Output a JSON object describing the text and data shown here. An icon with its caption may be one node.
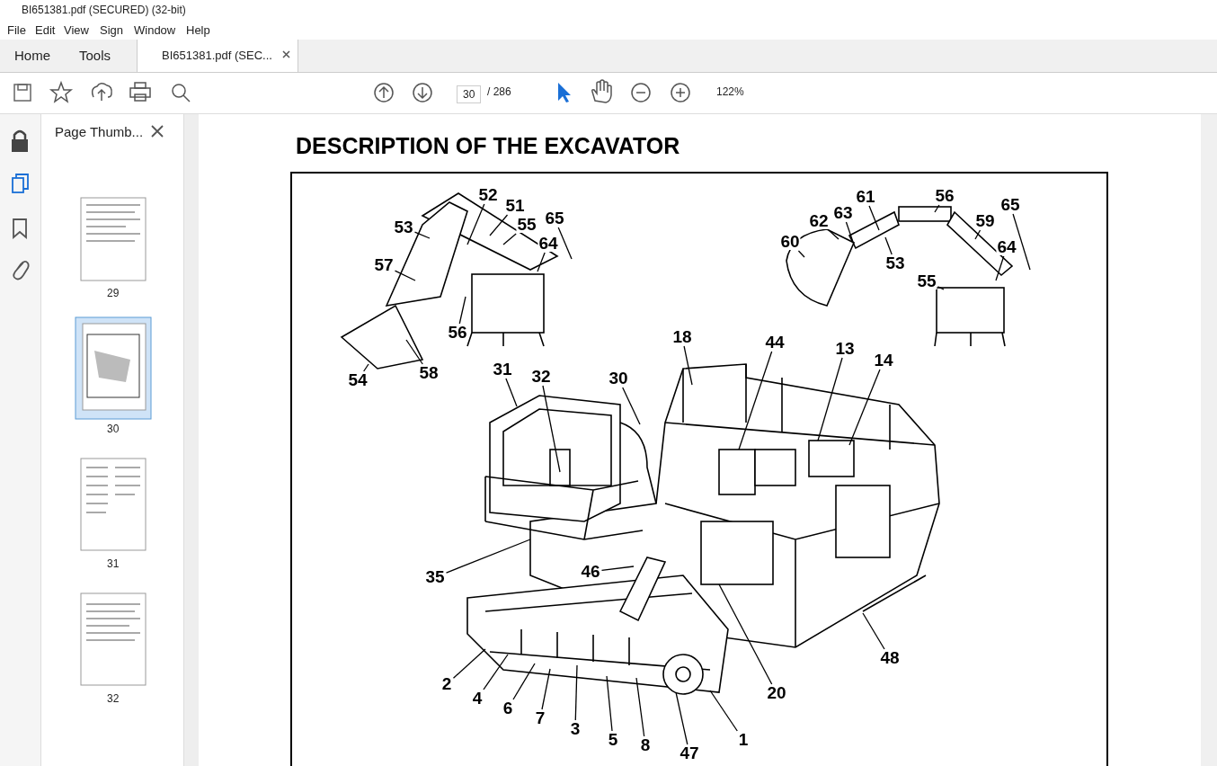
{
  "diagram": {
    "title": "DESCRIPTION OF THE EXCAVATOR",
    "nodes": [
      {
        "text": [
          "52"
        ]
      },
      {
        "text": [
          "51"
        ]
      },
      {
        "text": [
          "53"
        ]
      },
      {
        "text": [
          "55"
        ]
      },
      {
        "text": [
          "65"
        ]
      },
      {
        "text": [
          "64"
        ]
      },
      {
        "text": [
          "57"
        ]
      },
      {
        "text": [
          "56"
        ]
      },
      {
        "text": [
          "54"
        ]
      },
      {
        "text": [
          "58"
        ]
      },
      {
        "text": [
          "61"
        ]
      },
      {
        "text": [
          "56"
        ]
      },
      {
        "text": [
          "65"
        ]
      },
      {
        "text": [
          "62"
        ]
      },
      {
        "text": [
          "63"
        ]
      },
      {
        "text": [
          "60"
        ]
      },
      {
        "text": [
          "59"
        ]
      },
      {
        "text": [
          "53"
        ]
      },
      {
        "text": [
          "64"
        ]
      },
      {
        "text": [
          "55"
        ]
      },
      {
        "text": [
          "18"
        ]
      },
      {
        "text": [
          "44"
        ]
      },
      {
        "text": [
          "13"
        ]
      },
      {
        "text": [
          "14"
        ]
      },
      {
        "text": [
          "31"
        ]
      },
      {
        "text": [
          "32"
        ]
      },
      {
        "text": [
          "30"
        ]
      },
      {
        "text": [
          "35"
        ]
      },
      {
        "text": [
          "46"
        ]
      },
      {
        "text": [
          "48"
        ]
      },
      {
        "text": [
          "2"
        ]
      },
      {
        "text": [
          "4"
        ]
      },
      {
        "text": [
          "6"
        ]
      },
      {
        "text": [
          "7"
        ]
      },
      {
        "text": [
          "3"
        ]
      },
      {
        "text": [
          "5"
        ]
      },
      {
        "text": [
          "8"
        ]
      },
      {
        "text": [
          "47"
        ]
      },
      {
        "text": [
          "20"
        ]
      },
      {
        "text": [
          "1"
        ]
      }
    ],
    "edges": [
      {
        "from": 0,
        "to": null,
        "arrow": "none"
      },
      {
        "from": 1,
        "to": null,
        "arrow": "none"
      },
      {
        "from": 2,
        "to": null,
        "arrow": "none"
      },
      {
        "from": 3,
        "to": null,
        "arrow": "none"
      },
      {
        "from": 4,
        "to": null,
        "arrow": "none"
      },
      {
        "from": 5,
        "to": null,
        "arrow": "none"
      },
      {
        "from": 6,
        "to": null,
        "arrow": "none"
      },
      {
        "from": 7,
        "to": null,
        "arrow": "none"
      },
      {
        "from": 8,
        "to": null,
        "arrow": "none"
      },
      {
        "from": 9,
        "to": null,
        "arrow": "none"
      },
      {
        "from": 10,
        "to": null,
        "arrow": "none"
      },
      {
        "from": 11,
        "to": null,
        "arrow": "none"
      },
      {
        "from": 12,
        "to": null,
        "arrow": "none"
      },
      {
        "from": 13,
        "to": null,
        "arrow": "none"
      },
      {
        "from": 14,
        "to": null,
        "arrow": "none"
      },
      {
        "from": 15,
        "to": null,
        "arrow": "none"
      },
      {
        "from": 16,
        "to": null,
        "arrow": "none"
      },
      {
        "from": 17,
        "to": null,
        "arrow": "none"
      },
      {
        "from": 18,
        "to": null,
        "arrow": "none"
      },
      {
        "from": 19,
        "to": null,
        "arrow": "none"
      },
      {
        "from": 20,
        "to": null,
        "arrow": "none"
      },
      {
        "from": 21,
        "to": null,
        "arrow": "none"
      },
      {
        "from": 22,
        "to": null,
        "arrow": "none"
      },
      {
        "from": 23,
        "to": null,
        "arrow": "none"
      },
      {
        "from": 24,
        "to": null,
        "arrow": "none"
      },
      {
        "from": 25,
        "to": null,
        "arrow": "none"
      },
      {
        "from": 26,
        "to": null,
        "arrow": "none"
      },
      {
        "from": 27,
        "to": null,
        "arrow": "none"
      },
      {
        "from": 28,
        "to": null,
        "arrow": "none"
      },
      {
        "from": 29,
        "to": null,
        "arrow": "none"
      },
      {
        "from": 30,
        "to": null,
        "arrow": "none"
      },
      {
        "from": 31,
        "to": null,
        "arrow": "none"
      },
      {
        "from": 32,
        "to": null,
        "arrow": "none"
      },
      {
        "from": 33,
        "to": null,
        "arrow": "none"
      },
      {
        "from": 34,
        "to": null,
        "arrow": "none"
      },
      {
        "from": 35,
        "to": null,
        "arrow": "none"
      },
      {
        "from": 36,
        "to": null,
        "arrow": "none"
      },
      {
        "from": 37,
        "to": null,
        "arrow": "none"
      },
      {
        "from": 38,
        "to": null,
        "arrow": "none"
      },
      {
        "from": 39,
        "to": null,
        "arrow": "none"
      }
    ],
    "labels": [
      "BI651381.pdf (SECURED) (32-bit)",
      "File",
      "Edit",
      "View",
      "Sign",
      "Window",
      "Help",
      "Home",
      "Tools",
      "BI651381.pdf (SEC...",
      "30",
      "/ 286",
      "122%",
      "Page Thumb...",
      "29",
      "30",
      "31",
      "32"
    ]
  }
}
